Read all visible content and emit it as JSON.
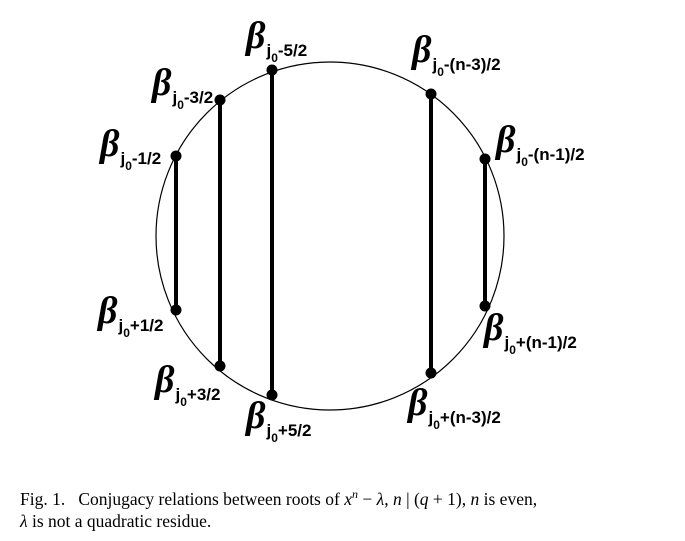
{
  "figure": {
    "beta_symbol": "β",
    "j_letter": "j",
    "zero": "0",
    "labels": [
      {
        "id": "m12",
        "offset": "-1/2"
      },
      {
        "id": "m32",
        "offset": "-3/2"
      },
      {
        "id": "m52",
        "offset": "-5/2"
      },
      {
        "id": "mn3",
        "offset": "-(n-3)/2"
      },
      {
        "id": "mn1",
        "offset": "-(n-1)/2"
      },
      {
        "id": "p12",
        "offset": "+1/2"
      },
      {
        "id": "p32",
        "offset": "+3/2"
      },
      {
        "id": "p52",
        "offset": "+5/2"
      },
      {
        "id": "pn3",
        "offset": "+(n-3)/2"
      },
      {
        "id": "pn1",
        "offset": "+(n-1)/2"
      }
    ],
    "chords": [
      {
        "top": "m12",
        "bottom": "p12"
      },
      {
        "top": "m32",
        "bottom": "p32"
      },
      {
        "top": "m52",
        "bottom": "p52"
      },
      {
        "top": "mn3",
        "bottom": "pn3"
      },
      {
        "top": "mn1",
        "bottom": "pn1"
      }
    ]
  },
  "caption": {
    "fig_label": "Fig. 1.",
    "t1": "Conjugacy relations between roots of ",
    "x": "x",
    "n_sup": "n",
    "minus": " − ",
    "lambda": "λ",
    "comma1": ", ",
    "n1": "n",
    "divides": " | (",
    "q": "q",
    "plus1": " + 1), ",
    "n2": "n",
    "t2": " is even,",
    "lambda2": "λ",
    "t3": " is not a quadratic residue."
  }
}
